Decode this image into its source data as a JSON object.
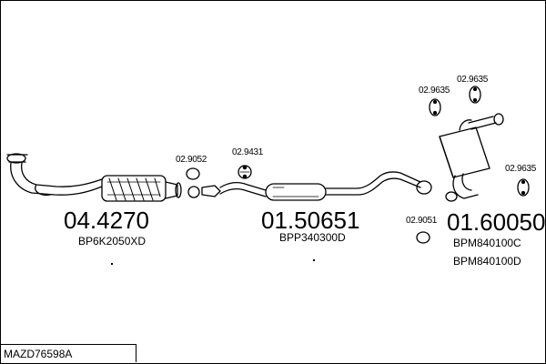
{
  "diagram": {
    "reference": "MAZD76598A",
    "parts": [
      {
        "number": "04.4270",
        "code": "BP6K2050XD"
      },
      {
        "number": "01.50651",
        "code": "BPP340300D"
      },
      {
        "number": "01.60050",
        "code": "BPM840100C",
        "code_alt": "BPM840100D"
      }
    ],
    "hardware": {
      "gasket_front": "02.9052",
      "hanger_front": "02.9431",
      "hanger_top_left": "02.9635",
      "hanger_top_right": "02.9635",
      "hanger_right": "02.9635",
      "gasket_rear": "02.9051"
    }
  }
}
